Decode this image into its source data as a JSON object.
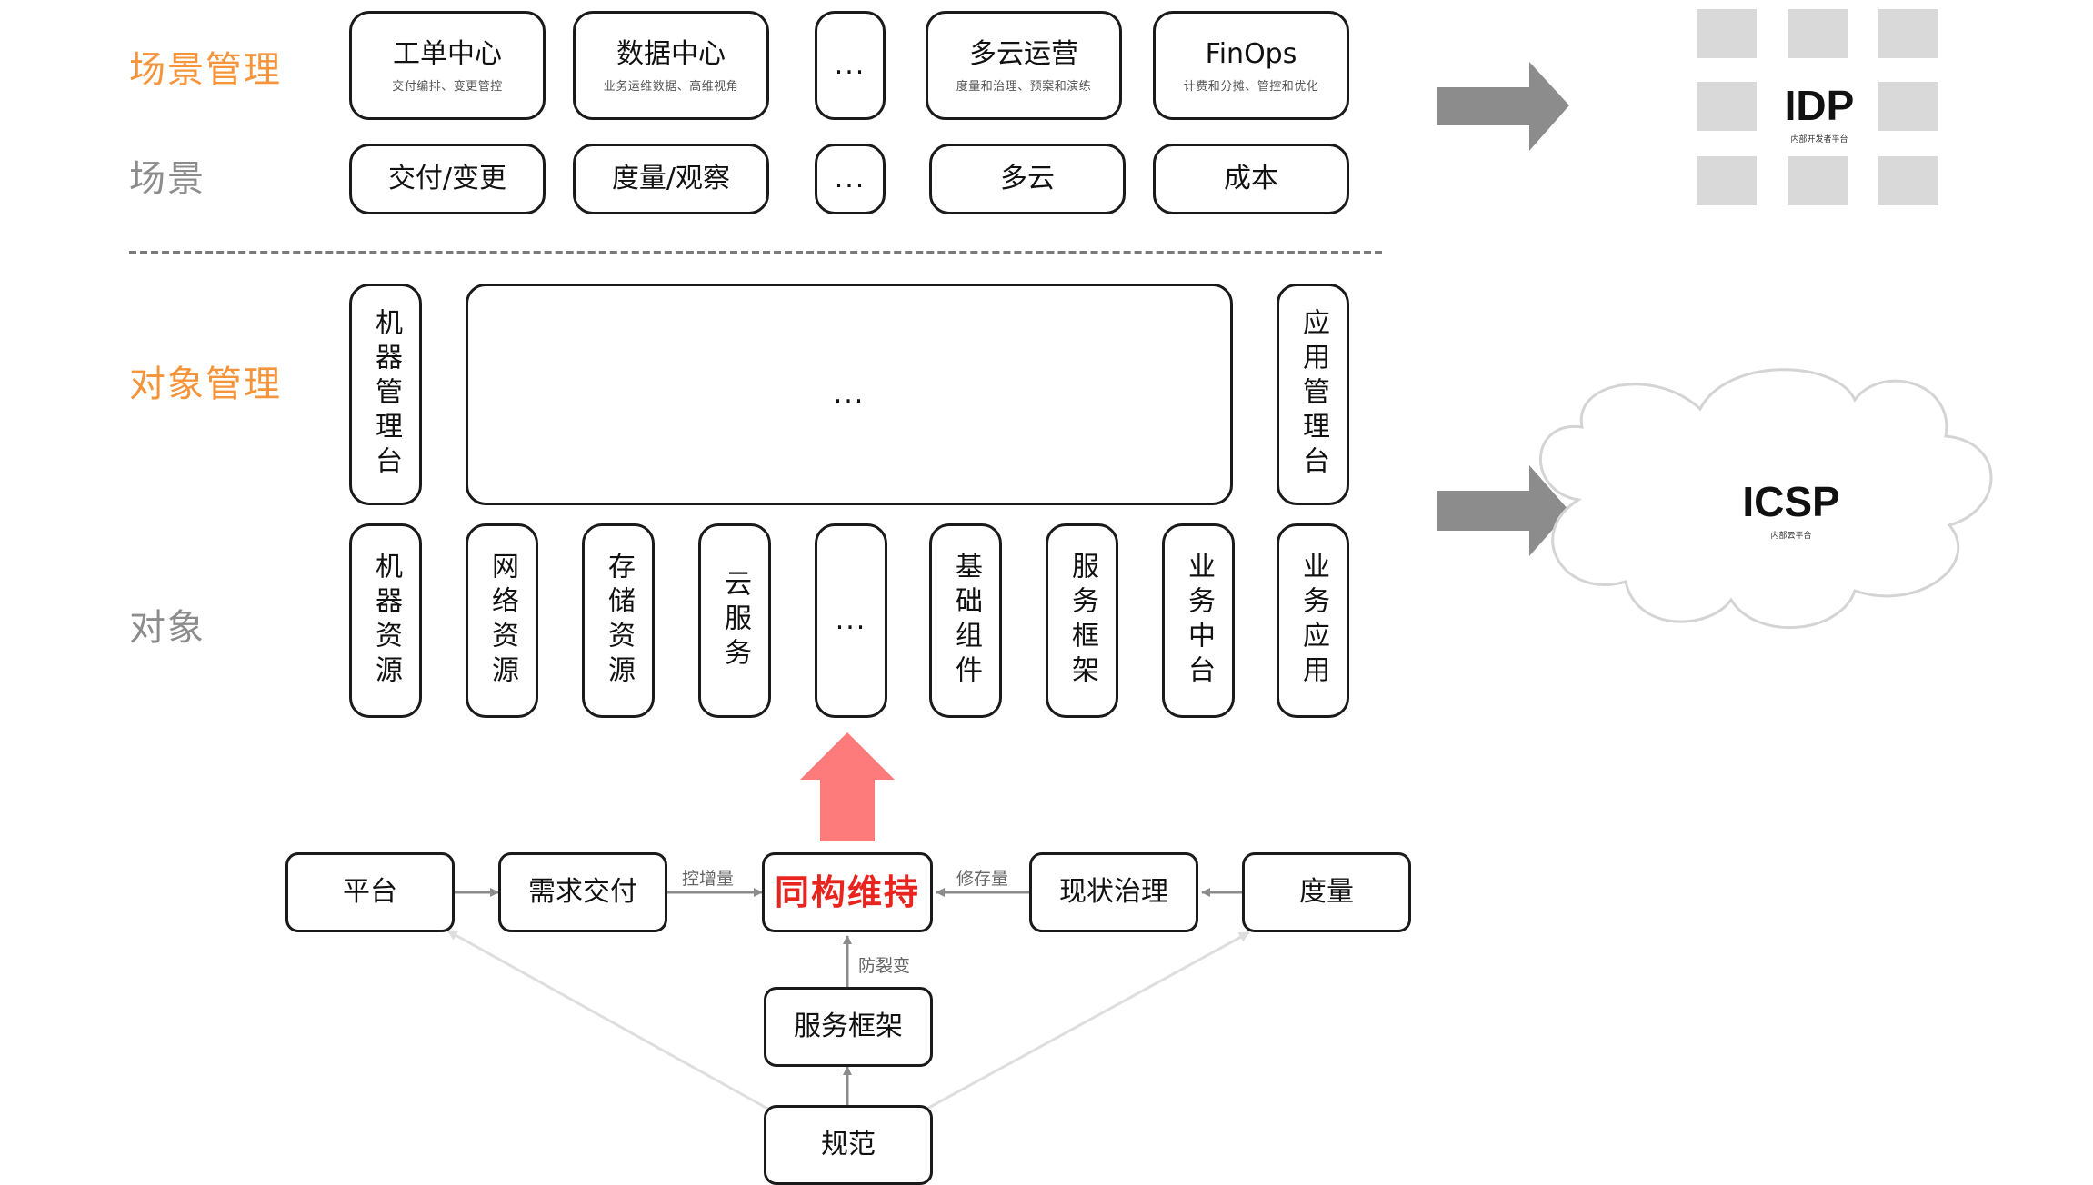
{
  "labels": {
    "scene_mgmt": "场景管理",
    "scene": "场景",
    "object_mgmt": "对象管理",
    "object": "对象"
  },
  "scene_mgmt_row": [
    {
      "title": "工单中心",
      "sub": "交付编排、变更管控"
    },
    {
      "title": "数据中心",
      "sub": "业务运维数据、高维视角"
    },
    {
      "title": "...",
      "sub": ""
    },
    {
      "title": "多云运营",
      "sub": "度量和治理、预案和演练"
    },
    {
      "title": "FinOps",
      "sub": "计费和分摊、管控和优化"
    }
  ],
  "scene_row": [
    "交付/变更",
    "度量/观察",
    "...",
    "多云",
    "成本"
  ],
  "object_mgmt_row": {
    "left": "机器管理台",
    "middle": "...",
    "right": "应用管理台"
  },
  "object_row": [
    "机器资源",
    "网络资源",
    "存储资源",
    "云服务",
    "...",
    "基础组件",
    "服务框架",
    "业务中台",
    "业务应用"
  ],
  "flow": {
    "platform": "平台",
    "demand": "需求交付",
    "core": "同构维持",
    "status_gov": "现状治理",
    "measure": "度量",
    "framework": "服务框架",
    "spec": "规范",
    "edge_control_incr": "控增量",
    "edge_fix_stock": "修存量",
    "edge_anti_split": "防裂变"
  },
  "idp": {
    "title": "IDP",
    "sub": "内部开发者平台"
  },
  "icsp": {
    "title": "ICSP",
    "sub": "内部云平台"
  },
  "colors": {
    "orange": "#f5943a",
    "gray_label": "#8c8c8c",
    "red_focus": "#e8241f",
    "red_arrow": "#fe7b7b",
    "gray_arrow": "#8c8c8c"
  }
}
